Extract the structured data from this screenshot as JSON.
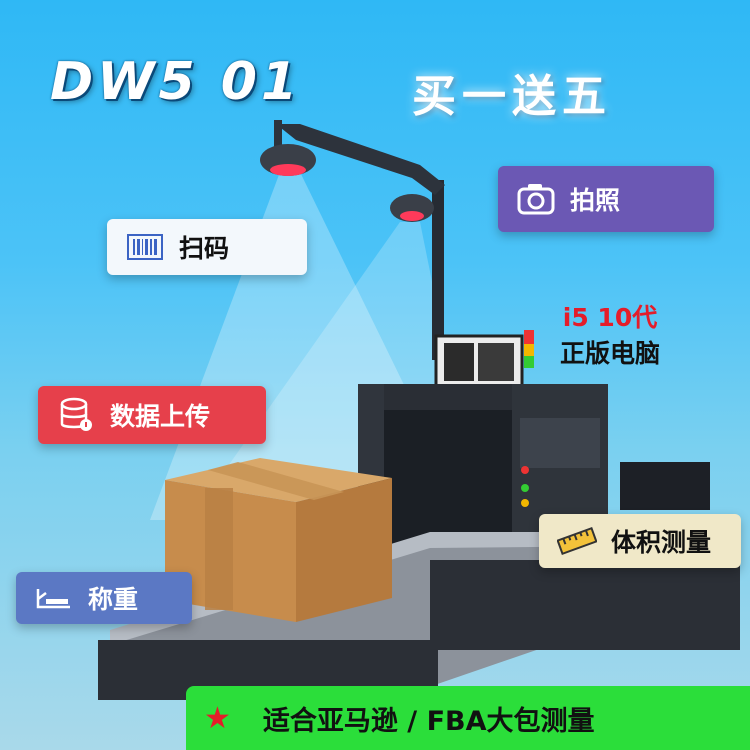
{
  "title": "DW5 01",
  "promo": "买一送五",
  "badges": {
    "scan": {
      "label": "扫码",
      "icon": "barcode-icon"
    },
    "photo": {
      "label": "拍照",
      "icon": "camera-icon"
    },
    "upload": {
      "label": "数据上传",
      "icon": "database-icon"
    },
    "volume": {
      "label": "体积测量",
      "icon": "ruler-icon"
    },
    "weigh": {
      "label": "称重",
      "icon": "scale-icon"
    }
  },
  "pc": {
    "line1": "i5 10代",
    "line2": "正版电脑"
  },
  "banner": {
    "text": "适合亚马逊 / FBA大包测量",
    "star": "★"
  },
  "colors": {
    "background": "#3cbdf6",
    "photo_badge": "#6b58b4",
    "upload_badge": "#e6404b",
    "weigh_badge": "#5b78c4",
    "banner": "#2bde3a",
    "accent_red": "#e41d2a"
  }
}
